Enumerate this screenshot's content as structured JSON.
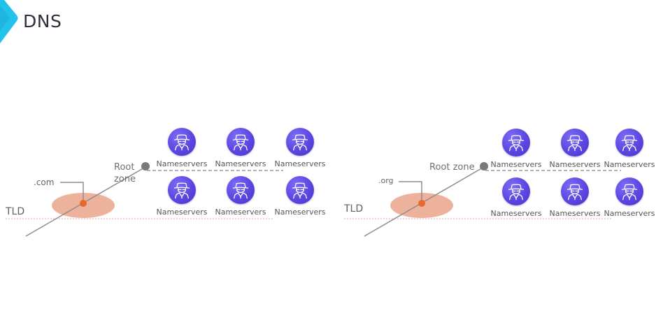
{
  "header": {
    "title": "DNS",
    "logo_icon": "chevron-logo-icon",
    "logo_color": "#22c2ea"
  },
  "colors": {
    "avatar": "#5b46e0",
    "tld_zone": "#eaa48b",
    "tld_node": "#e8692a",
    "root_node": "#7a7a7a",
    "tld_line": "#e6a3b0"
  },
  "diagrams": [
    {
      "tld_label": "TLD",
      "domain_label": ".com",
      "root_label": "Root zone",
      "nameservers": [
        {
          "label": "Nameservers",
          "icon": "spy-agent-icon"
        },
        {
          "label": "Nameservers",
          "icon": "spy-agent-icon"
        },
        {
          "label": "Nameservers",
          "icon": "spy-agent-icon"
        },
        {
          "label": "Nameservers",
          "icon": "spy-agent-icon"
        },
        {
          "label": "Nameservers",
          "icon": "spy-agent-icon"
        },
        {
          "label": "Nameservers",
          "icon": "spy-agent-icon"
        }
      ]
    },
    {
      "tld_label": "TLD",
      "domain_label": ".org",
      "root_label": "Root zone",
      "nameservers": [
        {
          "label": "Nameservers",
          "icon": "spy-agent-icon"
        },
        {
          "label": "Nameservers",
          "icon": "spy-agent-icon"
        },
        {
          "label": "Nameservers",
          "icon": "spy-agent-icon"
        },
        {
          "label": "Nameservers",
          "icon": "spy-agent-icon"
        },
        {
          "label": "Nameservers",
          "icon": "spy-agent-icon"
        },
        {
          "label": "Nameservers",
          "icon": "spy-agent-icon"
        }
      ]
    }
  ]
}
